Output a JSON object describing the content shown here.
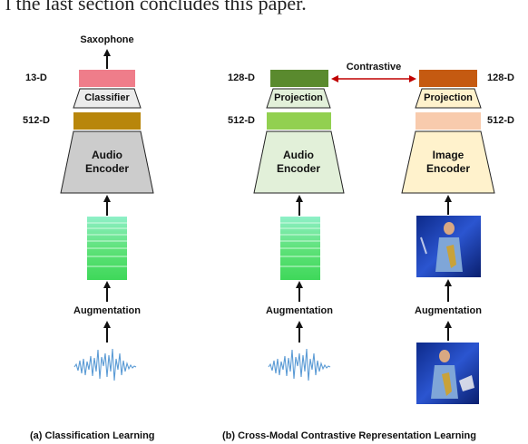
{
  "header_text": "l the last section concludes this paper.",
  "panel_a": {
    "output_label": "Saxophone",
    "dim_top": "13-D",
    "classifier_label": "Classifier",
    "dim_mid": "512-D",
    "encoder_label": "Audio Encoder",
    "augmentation_label": "Augmentation",
    "caption": "(a) Classification Learning"
  },
  "panel_b": {
    "contrastive_label": "Contrastive",
    "audio": {
      "dim_top": "128-D",
      "projection_label": "Projection",
      "dim_mid": "512-D",
      "encoder_label": "Audio Encoder",
      "augmentation_label": "Augmentation"
    },
    "image": {
      "dim_top": "128-D",
      "projection_label": "Projection",
      "dim_mid": "512-D",
      "encoder_label": "Image Encoder",
      "augmentation_label": "Augmentation"
    },
    "caption": "(b) Cross-Modal Contrastive Representation Learning"
  },
  "colors": {
    "classifier_output": "#ef7d8a",
    "classifier_feature": "#b8860b",
    "audio_encoder_a": "#cccccc",
    "projection_box": "#ececec",
    "audio_output_b": "#5a8a2e",
    "audio_feature_b": "#92d050",
    "audio_encoder_b": "#e2f0d9",
    "image_output": "#c55a11",
    "image_feature": "#f8cbad",
    "image_encoder": "#fff2cc",
    "contrastive_arrow": "#c00000",
    "spectrogram": "#6fe08a",
    "photo_bg": "#1e3fa8"
  }
}
